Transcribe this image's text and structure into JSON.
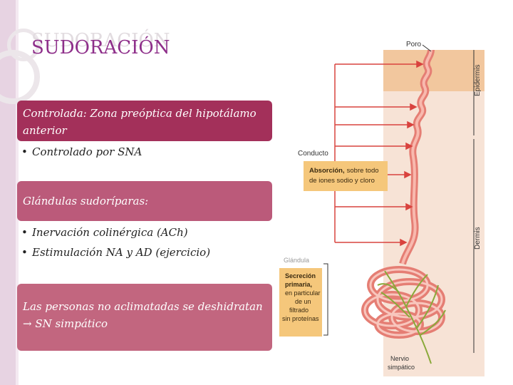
{
  "slide": {
    "title": "SUDORACIÓN",
    "box1_text": "Controlada: Zona preóptica del hipotálamo anterior",
    "bullets1": [
      "Controlado por SNA"
    ],
    "box2_text": "Glándulas sudoríparas:",
    "bullets2": [
      "Inervación colinérgica (ACh)",
      "Estimulación NA y AD (ejercicio)"
    ],
    "box3_text": "Las personas no aclimatadas se deshidratan → SN simpático"
  },
  "figure": {
    "label_poro": "Poro",
    "label_epidermis": "Epidermis",
    "label_dermis": "Dermis",
    "label_conducto": "Conducto",
    "absorcion_bold": "Absorción,",
    "absorcion_rest1": "sobre todo",
    "absorcion_rest2": "de iones sodio y cloro",
    "label_glandula": "Glándula",
    "secrecion_bold1": "Secreción",
    "secrecion_bold2": "primaria,",
    "secrecion_l3": "en particular",
    "secrecion_l4": "de un",
    "secrecion_l5": "filtrado",
    "secrecion_l6": "sin proteínas",
    "label_nervio1": "Nervio",
    "label_nervio2": "simpático"
  },
  "colors": {
    "box1": "#a3305a",
    "box2": "#bb5a7a",
    "box3": "#c2667f",
    "title": "#8e2f8a"
  }
}
